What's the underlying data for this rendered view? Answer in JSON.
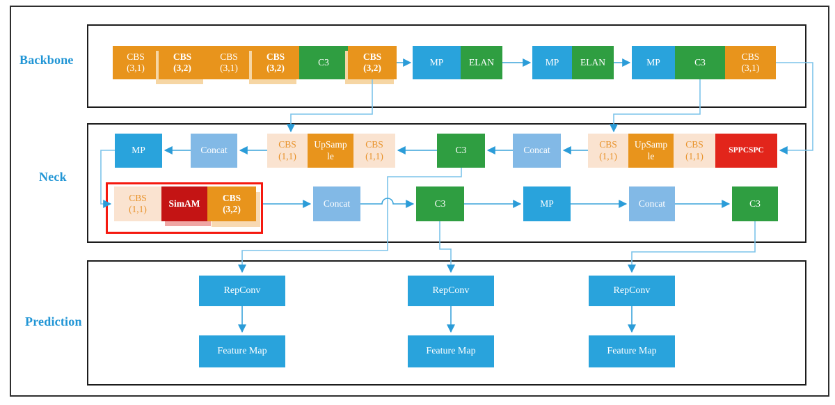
{
  "section_labels": {
    "backbone": "Backbone",
    "neck": "Neck",
    "prediction": "Prediction"
  },
  "backbone": {
    "blocks": [
      {
        "text": "CBS",
        "sub": "(3,1)"
      },
      {
        "text": "CBS",
        "sub": "(3,2)"
      },
      {
        "text": "CBS",
        "sub": "(3,1)"
      },
      {
        "text": "CBS",
        "sub": "(3,2)"
      },
      {
        "text": "C3"
      },
      {
        "text": "CBS",
        "sub": "(3,2)"
      },
      {
        "text": "MP"
      },
      {
        "text": "ELAN"
      },
      {
        "text": "MP"
      },
      {
        "text": "ELAN"
      },
      {
        "text": "MP"
      },
      {
        "text": "C3"
      },
      {
        "text": "CBS",
        "sub": "(3,1)"
      }
    ]
  },
  "neck": {
    "top_row": [
      {
        "text": "MP"
      },
      {
        "text": "Concat"
      },
      {
        "text": "CBS",
        "sub": "(1,1)"
      },
      {
        "text": "UpSample"
      },
      {
        "text": "CBS",
        "sub": "(1,1)"
      },
      {
        "text": "C3"
      },
      {
        "text": "Concat"
      },
      {
        "text": "CBS",
        "sub": "(1,1)"
      },
      {
        "text": "UpSample"
      },
      {
        "text": "CBS",
        "sub": "(1,1)"
      },
      {
        "text": "SPPCSPC"
      }
    ],
    "bottom_row": [
      {
        "text": "CBS",
        "sub": "(1,1)"
      },
      {
        "text": "SimAM"
      },
      {
        "text": "CBS",
        "sub": "(3,2)"
      },
      {
        "text": "Concat"
      },
      {
        "text": "C3"
      },
      {
        "text": "MP"
      },
      {
        "text": "Concat"
      },
      {
        "text": "C3"
      }
    ]
  },
  "prediction": {
    "columns": [
      {
        "repconv": "RepConv",
        "feature_map": "Feature Map"
      },
      {
        "repconv": "RepConv",
        "feature_map": "Feature Map"
      },
      {
        "repconv": "RepConv",
        "feature_map": "Feature Map"
      }
    ]
  },
  "colors": {
    "orange": "#E8941C",
    "green": "#2F9E41",
    "blue": "#29A3DC",
    "light_blue": "#82B9E6",
    "peach": "#FAE3D0",
    "peach_text": "#E8922A",
    "red": "#E2251B",
    "dark_red": "#C41414",
    "highlight_outline": "#F5190F",
    "label_blue": "#2095D5",
    "arrow_blue": "#3AA4DA"
  }
}
